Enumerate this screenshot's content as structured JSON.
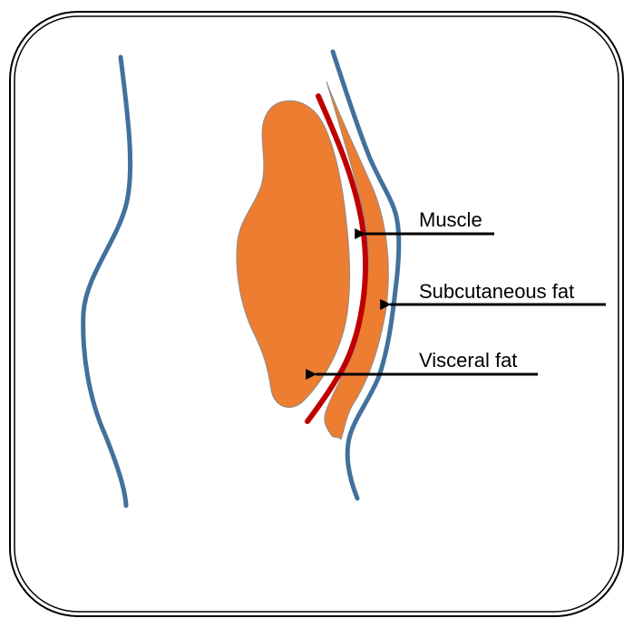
{
  "labels": {
    "muscle": "Muscle",
    "subcutaneous_fat": "Subcutaneous fat",
    "visceral_fat": "Visceral fat"
  },
  "colors": {
    "fat_fill": "#ED7D31",
    "fat_outline": "#8C8C8C",
    "body_outline": "#41719C",
    "muscle_line": "#C00000",
    "arrow": "#000000",
    "frame": "#000000"
  }
}
